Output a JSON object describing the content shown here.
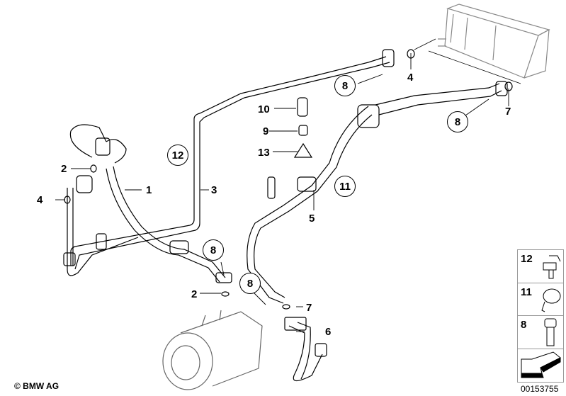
{
  "diagram": {
    "title": "Air conditioning refrigerant lines",
    "callouts": [
      {
        "id": "1",
        "label": "1"
      },
      {
        "id": "2a",
        "label": "2"
      },
      {
        "id": "2b",
        "label": "2"
      },
      {
        "id": "3",
        "label": "3"
      },
      {
        "id": "4a",
        "label": "4"
      },
      {
        "id": "4b",
        "label": "4"
      },
      {
        "id": "5",
        "label": "5"
      },
      {
        "id": "6",
        "label": "6"
      },
      {
        "id": "7a",
        "label": "7"
      },
      {
        "id": "7b",
        "label": "7"
      },
      {
        "id": "9",
        "label": "9"
      },
      {
        "id": "10",
        "label": "10"
      },
      {
        "id": "13",
        "label": "13"
      }
    ],
    "circled": [
      {
        "id": "8a",
        "label": "8"
      },
      {
        "id": "8b",
        "label": "8"
      },
      {
        "id": "8c",
        "label": "8"
      },
      {
        "id": "8d",
        "label": "8"
      },
      {
        "id": "11",
        "label": "11"
      },
      {
        "id": "12",
        "label": "12"
      }
    ],
    "legend": [
      {
        "label": "12",
        "icon": "clip-icon"
      },
      {
        "label": "11",
        "icon": "hose-clamp-icon"
      },
      {
        "label": "8",
        "icon": "bolt-icon"
      },
      {
        "label": "",
        "icon": "direction-arrow-icon"
      }
    ],
    "copyright": "© BMW AG",
    "diagram_number": "00153755"
  }
}
